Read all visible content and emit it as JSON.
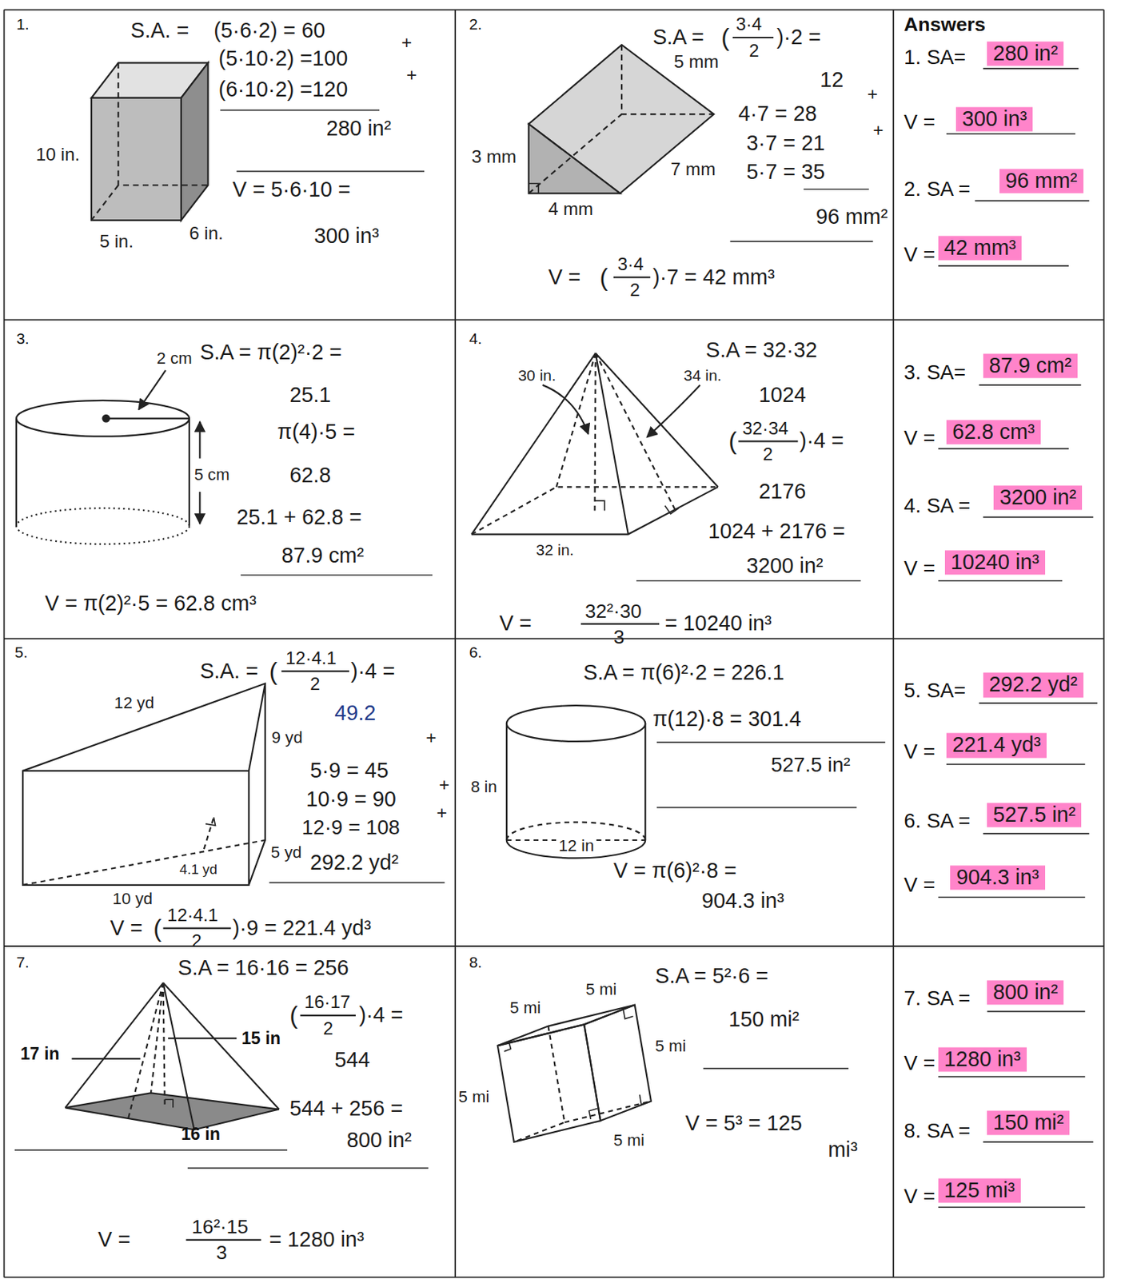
{
  "diagram": {
    "labels": [
      "1.",
      "S.A. =",
      "(5·6·2) = 60",
      "+",
      "(5·10·2) =100",
      "+",
      "(6·10·2) =120",
      "280 in²",
      "10 in.",
      "6 in.",
      "5 in.",
      "V = 5·6·10 =",
      "300 in³",
      "2.",
      "S.A =",
      "(",
      "3·4",
      "2",
      ")·2 =",
      "12",
      "+",
      "4·7 = 28",
      "+",
      "3·7 = 21",
      "5·7 = 35",
      "96 mm²",
      "5 mm",
      "3 mm",
      "7 mm",
      "4 mm",
      "V =",
      "(",
      "3·4",
      "2",
      ")·7 = 42 mm³",
      "Answers",
      "1. SA=",
      "280 in²",
      "V =",
      "300 in³",
      "2. SA =",
      "96 mm²",
      "V =",
      "42 mm³",
      "3.",
      "2 cm",
      "S.A = π(2)²·2 =",
      "25.1",
      "π(4)·5 =",
      "62.8",
      "5 cm",
      "25.1 + 62.8 =",
      "87.9 cm²",
      "V = π(2)²·5 = 62.8 cm³",
      "4.",
      "S.A = 32·32",
      "1024",
      "(",
      "32·34",
      "2",
      ")·4 =",
      "2176",
      "1024 + 2176 =",
      "3200 in²",
      "30 in.",
      "34 in.",
      "32 in.",
      "V =",
      "32²·30",
      "3",
      "= 10240 in³",
      "3. SA=",
      "87.9 cm²",
      "V =",
      "62.8 cm³",
      "4. SA =",
      "3200 in²",
      "V =",
      "10240 in³",
      "5.",
      "S.A. =",
      "(",
      "12·4.1",
      "2",
      ")·4 =",
      "49.2",
      "+",
      "5·9 = 45",
      "+",
      "10·9 = 90",
      "12·9 = 108",
      "+",
      "292.2 yd²",
      "12 yd",
      "9 yd",
      "5 yd",
      "4.1 yd",
      "10 yd",
      "V =",
      "(",
      "12·4.1",
      "2",
      ")·9 = 221.4 yd³",
      "6.",
      "S.A = π(6)²·2 = 226.1",
      "π(12)·8 = 301.4",
      "527.5 in²",
      "8 in",
      "12 in",
      "V = π(6)²·8 =",
      "904.3 in³",
      "5. SA=",
      "292.2 yd²",
      "V =",
      "221.4 yd³",
      "6. SA =",
      "527.5 in²",
      "V =",
      "904.3 in³",
      "7.",
      "S.A = 16·16 = 256",
      "(",
      "16·17",
      "2",
      ")·4 =",
      "544",
      "544 + 256 =",
      "800 in²",
      "17 in",
      "15 in",
      "16 in",
      "V =",
      "16²·15",
      "3",
      "= 1280 in³",
      "8.",
      "5 mi",
      "5 mi",
      "5 mi",
      "5 mi",
      "5 mi",
      "S.A = 5²·6 =",
      "150 mi²",
      "V = 5³ = 125",
      "mi³",
      "7. SA =",
      "800 in²",
      "V =",
      "1280 in³",
      "8. SA =",
      "150 mi²",
      "V =",
      "125 mi³"
    ]
  }
}
